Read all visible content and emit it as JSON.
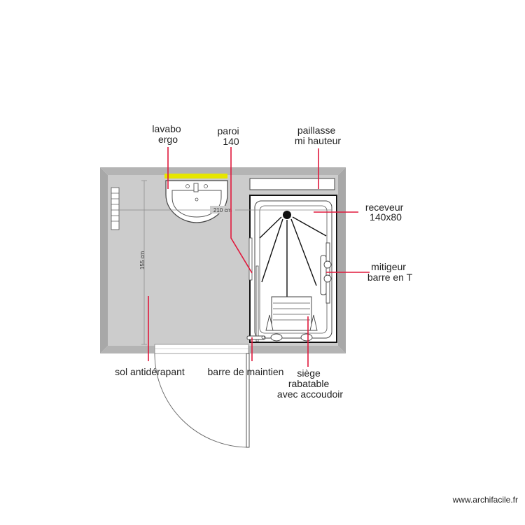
{
  "labels": {
    "lavabo": [
      "lavabo",
      "ergo"
    ],
    "paroi": [
      "paroi",
      "140"
    ],
    "paillasse": [
      "paillasse",
      "mi hauteur"
    ],
    "receveur": [
      "receveur",
      "140x80"
    ],
    "mitigeur": [
      "mitigeur",
      "barre en T"
    ],
    "sol": "sol antidérapant",
    "barre": "barre de maintien",
    "siege": [
      "siège",
      "rabatable",
      "avec accoudoir"
    ]
  },
  "dimensions": {
    "width": "210 cm",
    "height": "155 cm"
  },
  "credit": "www.archifacile.fr",
  "colors": {
    "leader": "#e0183c",
    "floor": "#cccccc",
    "wall": "#aaaaaa",
    "accent_bar": "#e6e600"
  }
}
